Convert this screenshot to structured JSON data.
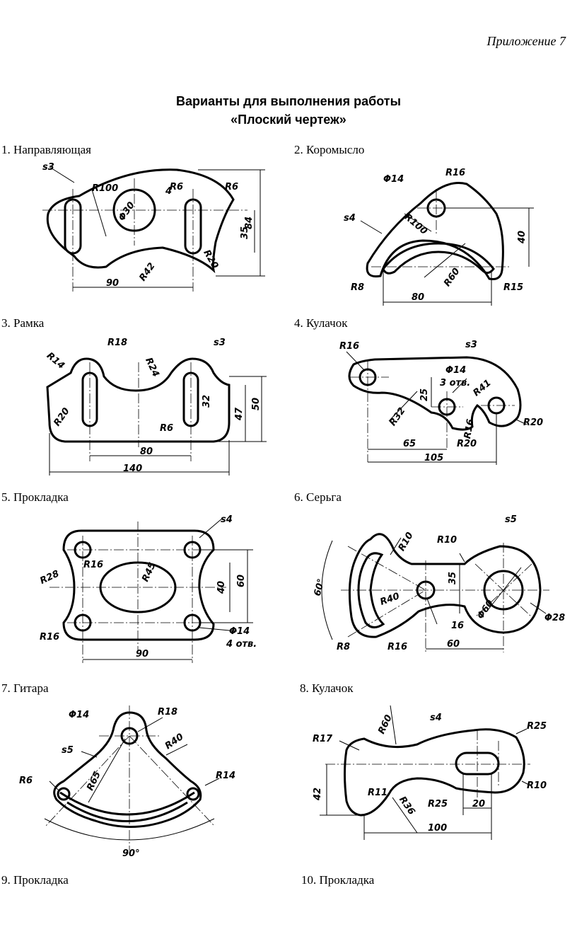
{
  "header": {
    "appendix": "Приложение 7"
  },
  "title": {
    "line1": "Варианты для выполнения работы",
    "line2": "«Плоский чертеж»"
  },
  "variants": [
    {
      "caption": "1. Направляющая",
      "labels": {
        "s": "s3",
        "r100": "R100",
        "d30": "Φ30",
        "four": "4",
        "r6a": "R6",
        "r6b": "R6",
        "r20": "R20",
        "r42": "R42",
        "w90": "90",
        "h35": "35",
        "h84": "84"
      }
    },
    {
      "caption": "2. Коромысло",
      "labels": {
        "d14": "Φ14",
        "r16": "R16",
        "s": "s4",
        "r100": "R100",
        "h40": "40",
        "r8": "R8",
        "r60": "R60",
        "r15": "R15",
        "w80": "80"
      }
    },
    {
      "caption": "3. Рамка",
      "labels": {
        "r18": "R18",
        "s": "s3",
        "r14": "R14",
        "r24": "R24",
        "r20": "R20",
        "r6": "R6",
        "h32": "32",
        "h47": "47",
        "h50": "50",
        "w80": "80",
        "w140": "140"
      }
    },
    {
      "caption": "4. Кулачок",
      "labels": {
        "r16": "R16",
        "s": "s3",
        "d14": "Φ14",
        "holes": "3 отв.",
        "r41": "R41",
        "h25": "25",
        "r32": "R32",
        "r16b": "R16",
        "r20a": "R20",
        "r20b": "R20",
        "w65": "65",
        "w105": "105"
      }
    },
    {
      "caption": "5. Прокладка",
      "labels": {
        "s": "s4",
        "r28": "R28",
        "r16a": "R16",
        "r45": "R45",
        "h40": "40",
        "h60": "60",
        "r16b": "R16",
        "d14": "Φ14",
        "holes": "4 отв.",
        "w90": "90"
      }
    },
    {
      "caption": "6. Серьга",
      "labels": {
        "s": "s5",
        "r10a": "R10",
        "r10b": "R10",
        "a60": "60°",
        "r40": "R40",
        "h35": "35",
        "d60": "Φ60",
        "d28": "Φ28",
        "w16": "16",
        "r8": "R8",
        "r16": "R16",
        "w60": "60"
      }
    },
    {
      "caption": "7. Гитара",
      "labels": {
        "d14": "Φ14",
        "r18": "R18",
        "s": "s5",
        "r40": "R40",
        "r6": "R6",
        "r65": "R65",
        "r14": "R14",
        "a90": "90°"
      }
    },
    {
      "caption": "8. Кулачок",
      "labels": {
        "r60": "R60",
        "s": "s4",
        "r25a": "R25",
        "r17": "R17",
        "h42": "42",
        "r11": "R11",
        "r36": "R36",
        "r25b": "R25",
        "w20": "20",
        "r10": "R10",
        "w100": "100"
      }
    },
    {
      "caption": "9. Прокладка"
    },
    {
      "caption": "10. Прокладка"
    }
  ]
}
